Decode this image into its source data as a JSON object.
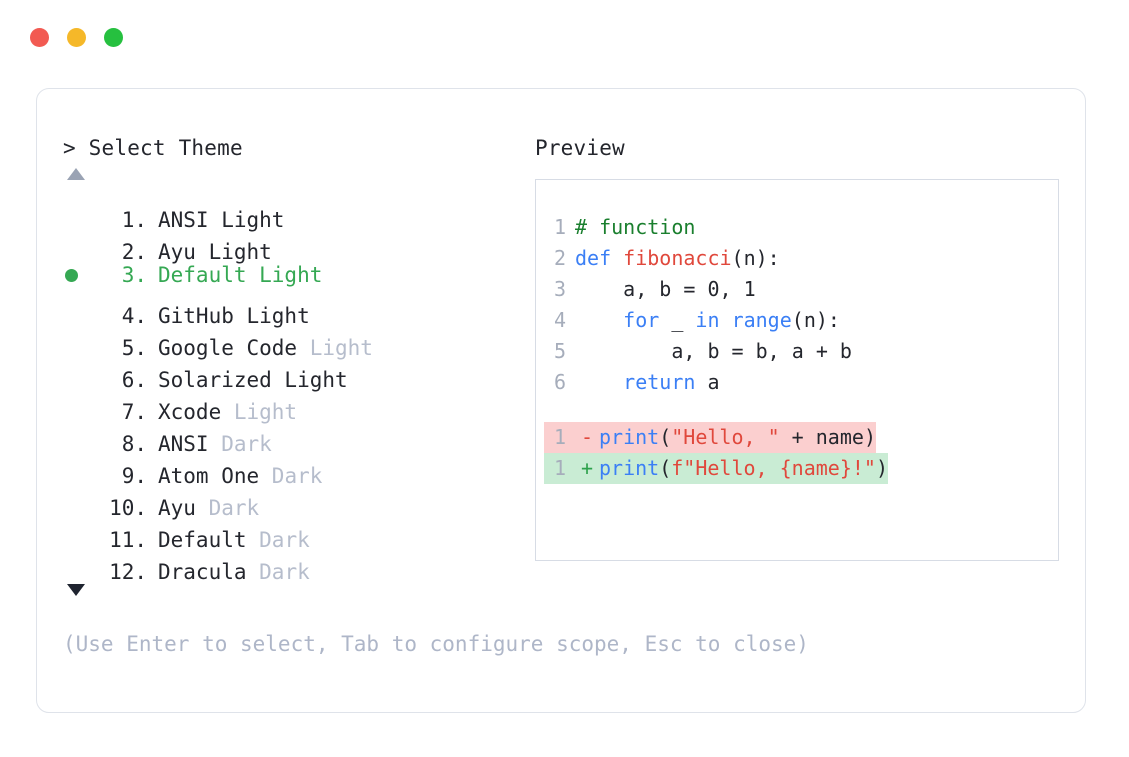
{
  "window": {
    "dots": [
      {
        "name": "close",
        "color": "#f25a52"
      },
      {
        "name": "minimize",
        "color": "#f5b829"
      },
      {
        "name": "maximize",
        "color": "#26c03f"
      }
    ]
  },
  "prompt": {
    "text": "> Select Theme",
    "scroll_up_indicator": "▲",
    "scroll_down_indicator": "▼"
  },
  "preview": {
    "heading": "Preview"
  },
  "themes": [
    {
      "num": "1.",
      "name": "ANSI Light",
      "variant": "",
      "selected": false
    },
    {
      "num": "2.",
      "name": "Ayu Light",
      "variant": "",
      "selected": false
    },
    {
      "num": "3.",
      "name": "Default Light",
      "variant": "",
      "selected": true
    },
    {
      "num": "4.",
      "name": "GitHub Light",
      "variant": "",
      "selected": false
    },
    {
      "num": "5.",
      "name": "Google Code",
      "variant": "Light",
      "selected": false
    },
    {
      "num": "6.",
      "name": "Solarized Light",
      "variant": "",
      "selected": false
    },
    {
      "num": "7.",
      "name": "Xcode",
      "variant": "Light",
      "selected": false
    },
    {
      "num": "8.",
      "name": "ANSI",
      "variant": "Dark",
      "selected": false
    },
    {
      "num": "9.",
      "name": "Atom One",
      "variant": "Dark",
      "selected": false
    },
    {
      "num": "10.",
      "name": "Ayu",
      "variant": "Dark",
      "selected": false
    },
    {
      "num": "11.",
      "name": "Default",
      "variant": "Dark",
      "selected": false
    },
    {
      "num": "12.",
      "name": "Dracula",
      "variant": "Dark",
      "selected": false
    }
  ],
  "code": {
    "lines": [
      {
        "ln": "1",
        "tokens": [
          {
            "t": "# function",
            "c": "comment"
          }
        ]
      },
      {
        "ln": "2",
        "tokens": [
          {
            "t": "def ",
            "c": "kw"
          },
          {
            "t": "fibonacci",
            "c": "fn"
          },
          {
            "t": "(n):",
            "c": "punc"
          }
        ]
      },
      {
        "ln": "3",
        "tokens": [
          {
            "t": "    a, b = 0, 1",
            "c": "plain"
          }
        ]
      },
      {
        "ln": "4",
        "tokens": [
          {
            "t": "    ",
            "c": "plain"
          },
          {
            "t": "for",
            "c": "kw"
          },
          {
            "t": " _ ",
            "c": "plain"
          },
          {
            "t": "in",
            "c": "kw"
          },
          {
            "t": " ",
            "c": "plain"
          },
          {
            "t": "range",
            "c": "kw"
          },
          {
            "t": "(n):",
            "c": "punc"
          }
        ]
      },
      {
        "ln": "5",
        "tokens": [
          {
            "t": "        a, b = b, a + b",
            "c": "plain"
          }
        ]
      },
      {
        "ln": "6",
        "tokens": [
          {
            "t": "    ",
            "c": "plain"
          },
          {
            "t": "return",
            "c": "kw"
          },
          {
            "t": " a",
            "c": "plain"
          }
        ]
      }
    ],
    "diff": [
      {
        "ln": "1",
        "marker": "-",
        "kind": "del",
        "tokens": [
          {
            "t": "print",
            "c": "kw"
          },
          {
            "t": "(",
            "c": "punc"
          },
          {
            "t": "\"Hello, \"",
            "c": "str"
          },
          {
            "t": " + name",
            "c": "plain"
          },
          {
            "t": ")",
            "c": "punc"
          }
        ]
      },
      {
        "ln": "1",
        "marker": "+",
        "kind": "add",
        "tokens": [
          {
            "t": "print",
            "c": "kw"
          },
          {
            "t": "(",
            "c": "punc"
          },
          {
            "t": "f\"Hello, {name}!\"",
            "c": "str"
          },
          {
            "t": ")",
            "c": "punc"
          }
        ]
      }
    ]
  },
  "hint": {
    "text": "(Use Enter to select, Tab to configure scope, Esc to close)"
  }
}
